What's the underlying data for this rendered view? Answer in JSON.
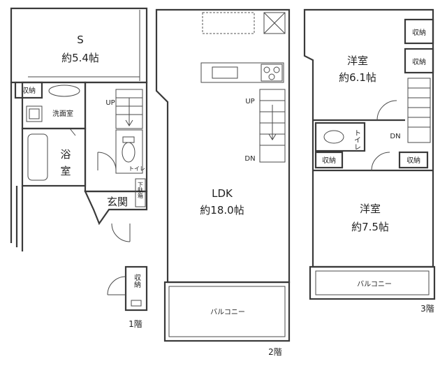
{
  "floors": {
    "f1": {
      "label": "1階",
      "rooms": {
        "s_name": "S",
        "s_size": "約5.4帖",
        "closet": "収納",
        "washroom": "洗面室",
        "bath_1": "浴",
        "bath_2": "室",
        "toilet": "トイレ",
        "entrance": "玄関",
        "shoe": "下駄箱",
        "stair": "UP",
        "outside_closet": "収納"
      }
    },
    "f2": {
      "label": "2階",
      "rooms": {
        "ldk_name": "LDK",
        "ldk_size": "約18.0帖",
        "balcony": "バルコニー",
        "stair_up": "UP",
        "stair_dn": "DN"
      }
    },
    "f3": {
      "label": "3階",
      "rooms": {
        "r1_name": "洋室",
        "r1_size": "約6.1帖",
        "r2_name": "洋室",
        "r2_size": "約7.5帖",
        "closet_a": "収納",
        "closet_b": "収納",
        "closet_c": "収納",
        "closet_d": "収納",
        "toilet": "トイレ",
        "stair_dn": "DN",
        "balcony": "バルコニー"
      }
    }
  }
}
